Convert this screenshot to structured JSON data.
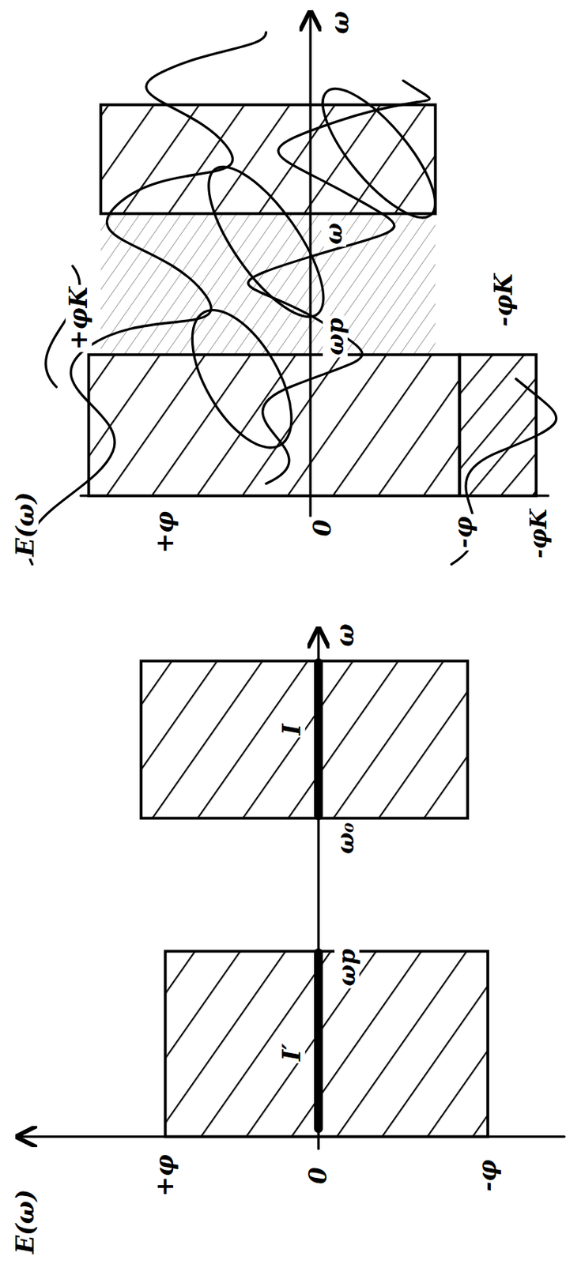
{
  "diagram": {
    "labels": [
      "ω",
      "ω",
      "ωp",
      "+φK",
      "-φK",
      "E(ω)",
      "+φ",
      "0",
      "-φ",
      "-φK",
      "ω",
      "I",
      "ω₀",
      "ωp",
      "I′",
      "E(ω)",
      "+φ",
      "0",
      "-φ"
    ]
  }
}
